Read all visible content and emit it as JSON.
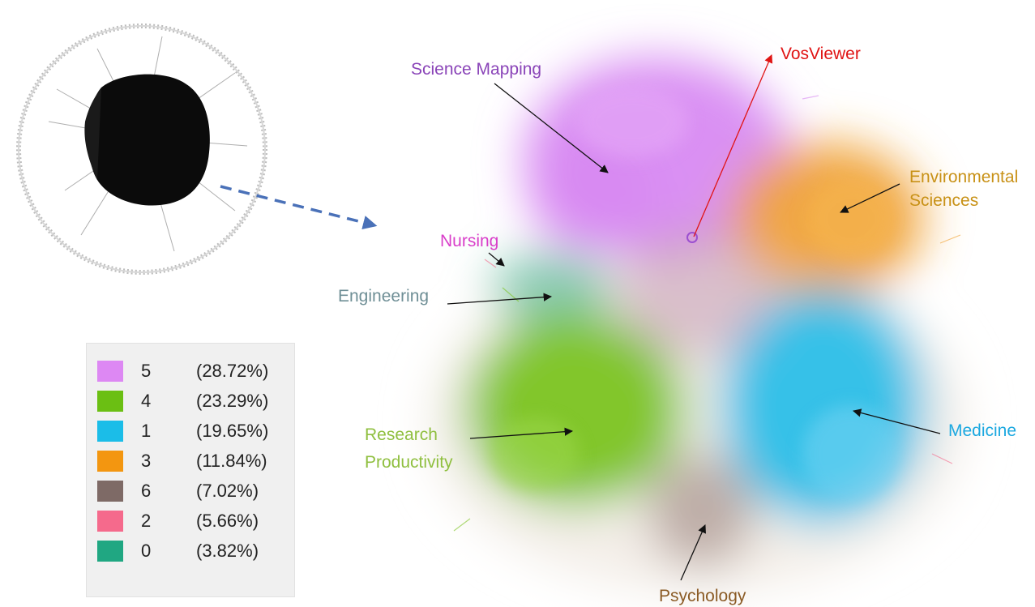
{
  "legend": {
    "items": [
      {
        "id": "5",
        "pct": "(28.72%)",
        "color": "#dd88f3"
      },
      {
        "id": "4",
        "pct": "(23.29%)",
        "color": "#6bbf13"
      },
      {
        "id": "1",
        "pct": "(19.65%)",
        "color": "#1bbde8"
      },
      {
        "id": "3",
        "pct": "(11.84%)",
        "color": "#f39610"
      },
      {
        "id": "6",
        "pct": "(7.02%)",
        "color": "#7e6a66"
      },
      {
        "id": "2",
        "pct": "(5.66%)",
        "color": "#f56a8c"
      },
      {
        "id": "0",
        "pct": "(3.82%)",
        "color": "#20a782"
      }
    ]
  },
  "labels": {
    "science_mapping": {
      "text": "Science Mapping",
      "color": "#8a44b8"
    },
    "vosviewer": {
      "text": "VosViewer",
      "color": "#e01414"
    },
    "environmental_line1": {
      "text": "Environmental",
      "color": "#c89116"
    },
    "environmental_line2": {
      "text": "Sciences",
      "color": "#c89116"
    },
    "nursing": {
      "text": "Nursing",
      "color": "#d93ec9"
    },
    "engineering": {
      "text": "Engineering",
      "color": "#6f8f96"
    },
    "research_line1": {
      "text": "Research",
      "color": "#8fbf3f"
    },
    "research_line2": {
      "text": "Productivity",
      "color": "#8fbf3f"
    },
    "medicine": {
      "text": "Medicine",
      "color": "#1ba8e0"
    },
    "psychology": {
      "text": "Psychology",
      "color": "#8a5a24"
    }
  },
  "icons": {
    "arrow": "black-arrow-icon",
    "zoom_arrow": "dashed-arrow-icon",
    "highlight": "circle-marker-icon"
  }
}
